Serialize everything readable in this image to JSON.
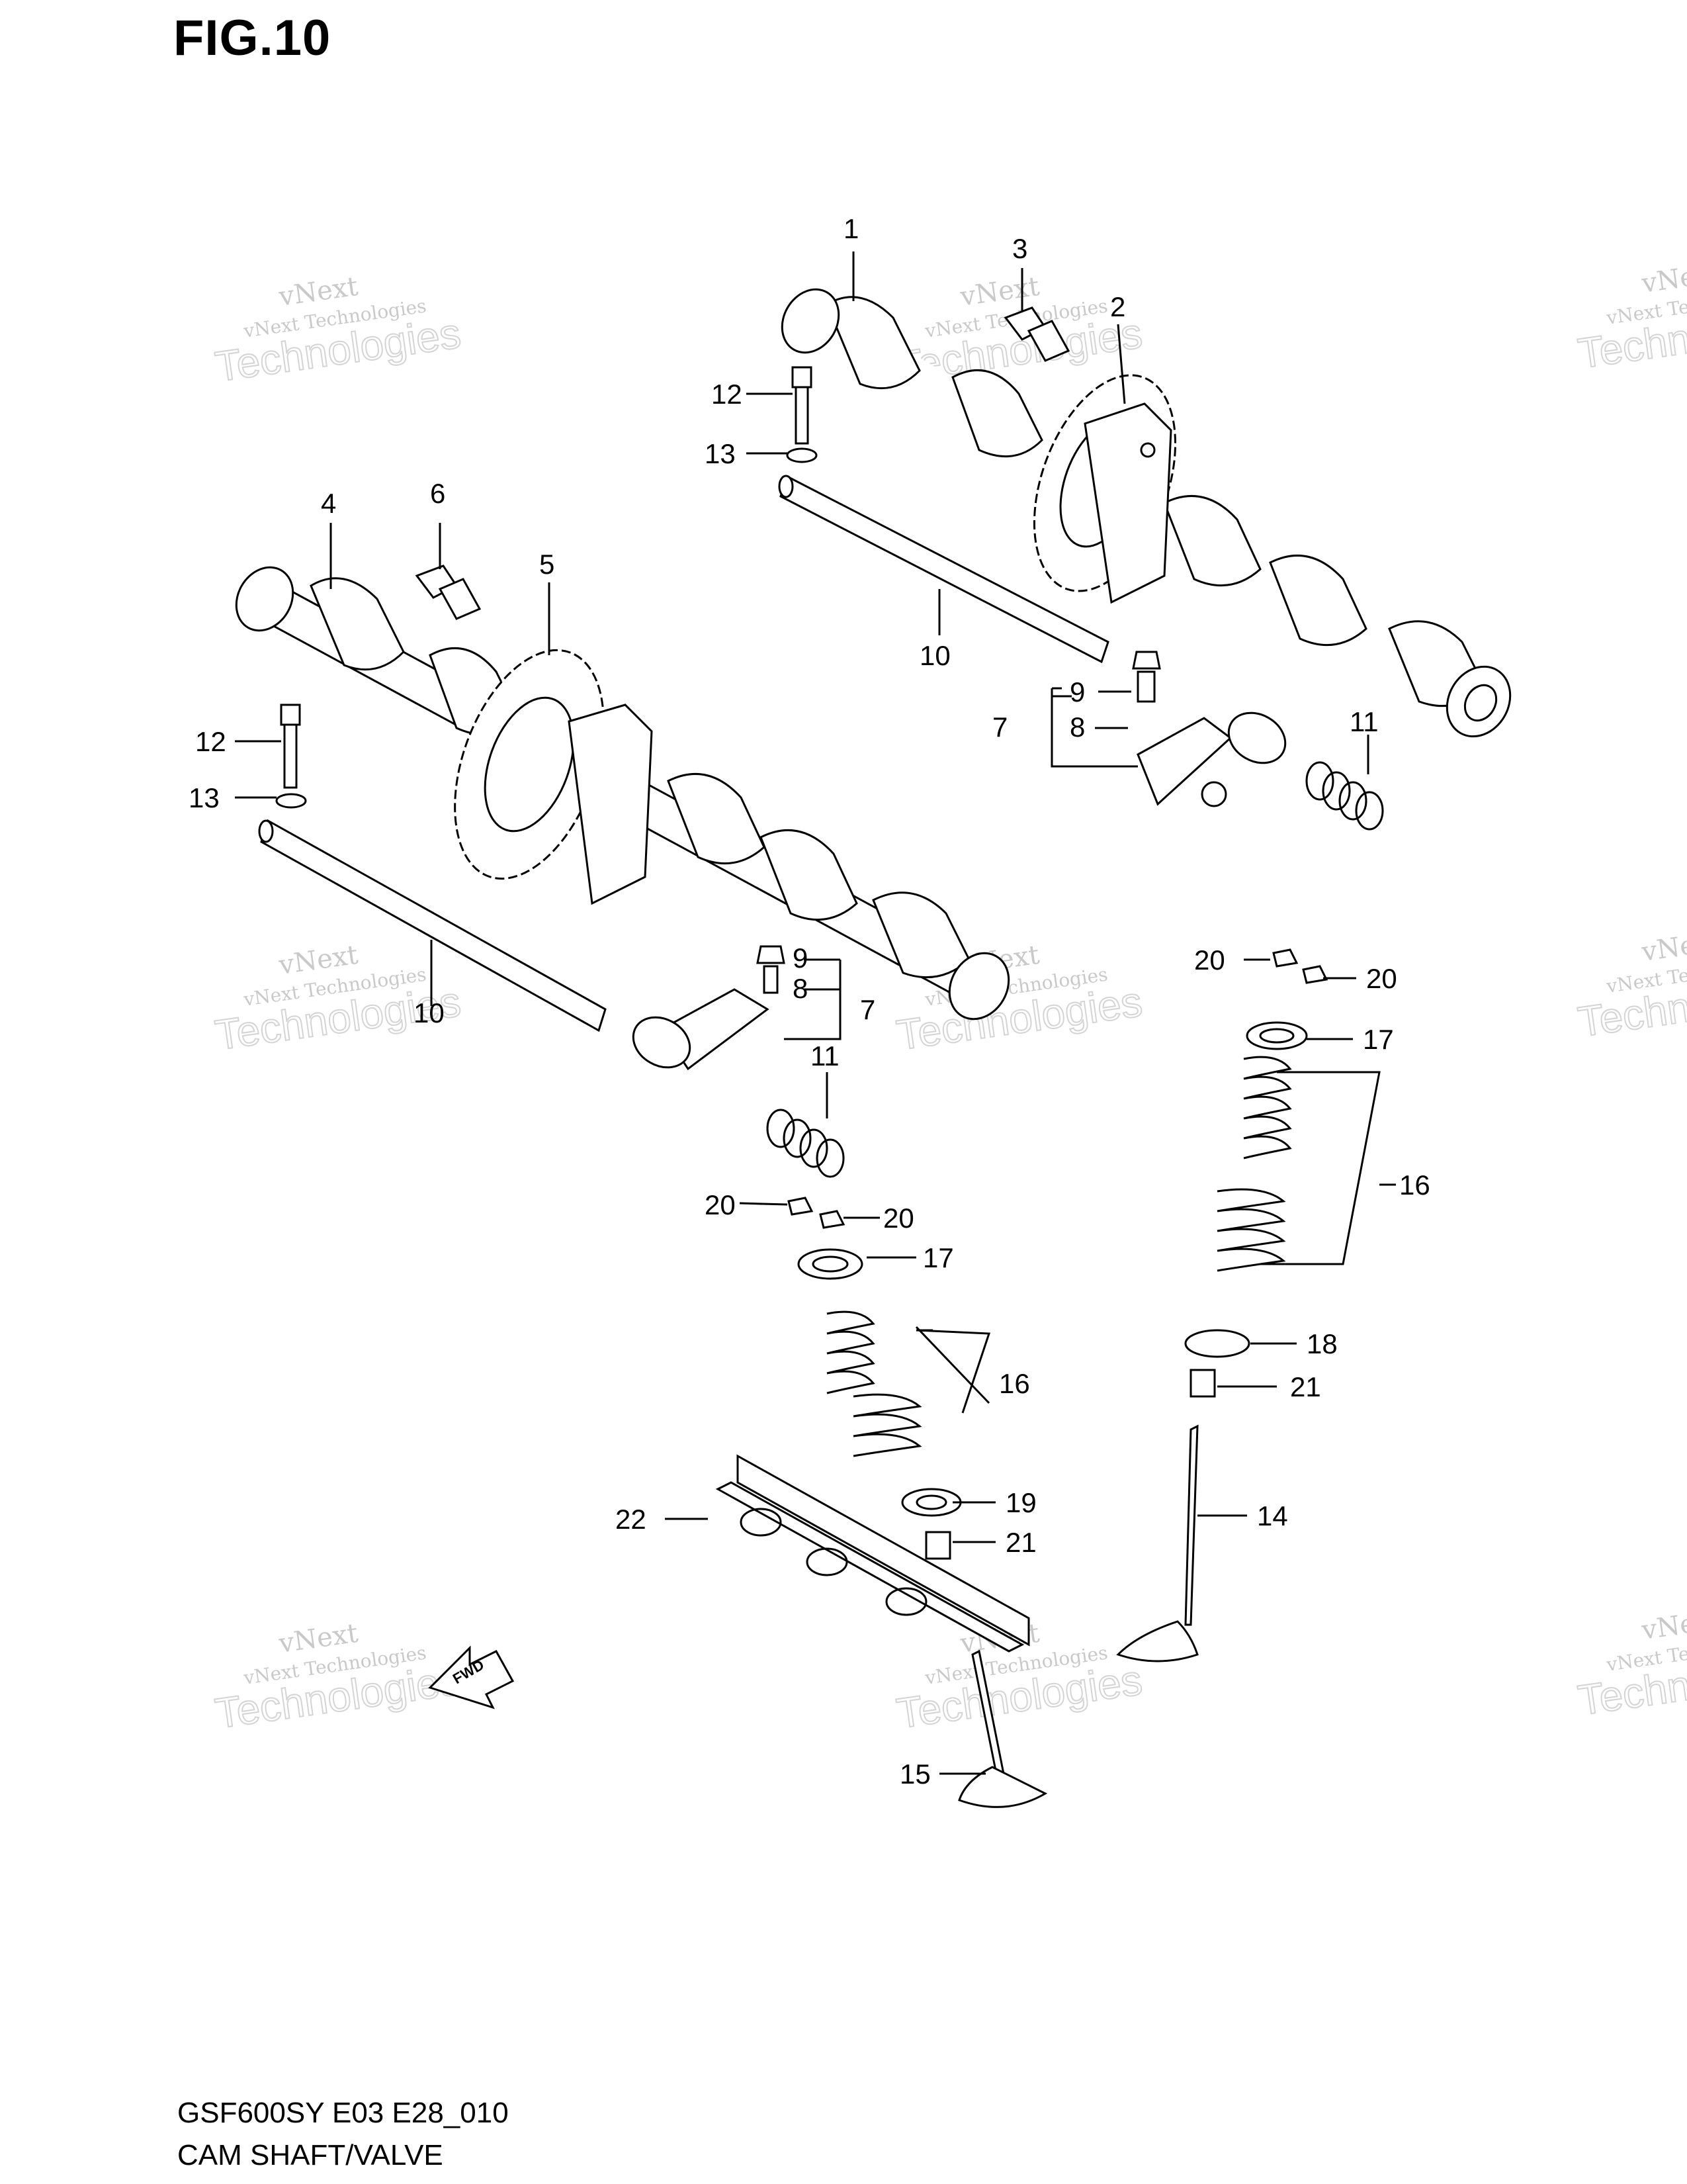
{
  "figure": {
    "title": "FIG.10"
  },
  "footer": {
    "code": "GSF600SY E03 E28_010",
    "name": "CAM SHAFT/VALVE"
  },
  "watermark": {
    "line1": "vNext",
    "line2": "vNext Technologies",
    "line3": "Technologies"
  },
  "fwd_label": "FWD",
  "callouts": [
    {
      "id": "c1",
      "text": "1"
    },
    {
      "id": "c2",
      "text": "2"
    },
    {
      "id": "c3",
      "text": "3"
    },
    {
      "id": "c4",
      "text": "4"
    },
    {
      "id": "c5",
      "text": "5"
    },
    {
      "id": "c6",
      "text": "6"
    },
    {
      "id": "c7a",
      "text": "7"
    },
    {
      "id": "c8a",
      "text": "8"
    },
    {
      "id": "c9a",
      "text": "9"
    },
    {
      "id": "c7b",
      "text": "7"
    },
    {
      "id": "c8b",
      "text": "8"
    },
    {
      "id": "c9b",
      "text": "9"
    },
    {
      "id": "c10a",
      "text": "10"
    },
    {
      "id": "c10b",
      "text": "10"
    },
    {
      "id": "c11a",
      "text": "11"
    },
    {
      "id": "c11b",
      "text": "11"
    },
    {
      "id": "c12a",
      "text": "12"
    },
    {
      "id": "c12b",
      "text": "12"
    },
    {
      "id": "c13a",
      "text": "13"
    },
    {
      "id": "c13b",
      "text": "13"
    },
    {
      "id": "c14",
      "text": "14"
    },
    {
      "id": "c15",
      "text": "15"
    },
    {
      "id": "c16a",
      "text": "16"
    },
    {
      "id": "c16b",
      "text": "16"
    },
    {
      "id": "c17a",
      "text": "17"
    },
    {
      "id": "c17b",
      "text": "17"
    },
    {
      "id": "c18",
      "text": "18"
    },
    {
      "id": "c19",
      "text": "19"
    },
    {
      "id": "c20a",
      "text": "20"
    },
    {
      "id": "c20b",
      "text": "20"
    },
    {
      "id": "c20c",
      "text": "20"
    },
    {
      "id": "c20d",
      "text": "20"
    },
    {
      "id": "c21a",
      "text": "21"
    },
    {
      "id": "c21b",
      "text": "21"
    },
    {
      "id": "c22",
      "text": "22"
    }
  ]
}
